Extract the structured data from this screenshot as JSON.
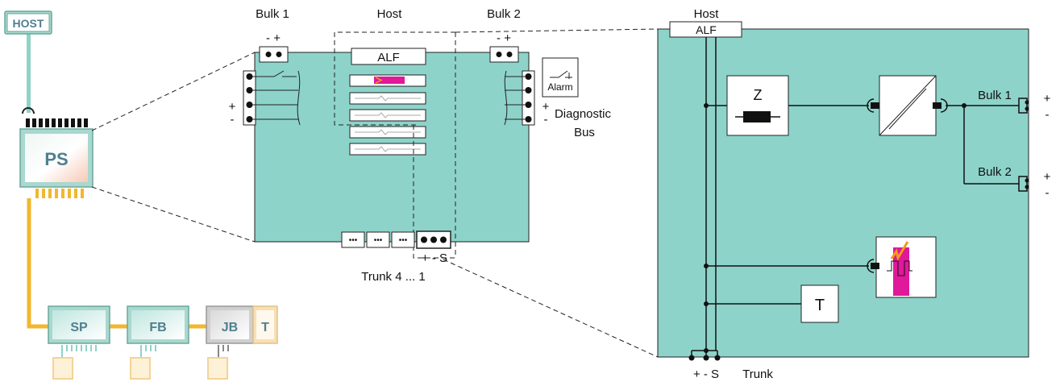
{
  "colors": {
    "panel_teal": "#8dd3ca",
    "host_green": "#a8d8cf",
    "trunk_yellow": "#f2b72c",
    "magenta": "#e0189a",
    "accent_orange": "#f29b1b"
  },
  "host_badge": "HOST",
  "power_supply": "PS",
  "field_devices": [
    "SP",
    "FB",
    "JB",
    "T"
  ],
  "module": {
    "bulk1": "Bulk 1",
    "host": "Host",
    "bulk2": "Bulk 2",
    "alf": "ALF",
    "polarity_minus_plus": "- +",
    "plus": "+",
    "minus": "-",
    "alarm": "Alarm",
    "diagnostic_line1": "Diagnostic",
    "diagnostic_line2": "Bus",
    "trunk_pins": "+ - S",
    "trunk_label": "Trunk 4 ... 1"
  },
  "schematic": {
    "host": "Host",
    "alf": "ALF",
    "z": "Z",
    "t": "T",
    "bulk1": "Bulk 1",
    "bulk2": "Bulk 2",
    "plus": "+",
    "minus": "-",
    "trunk_pins": "+ - S",
    "trunk": "Trunk"
  }
}
